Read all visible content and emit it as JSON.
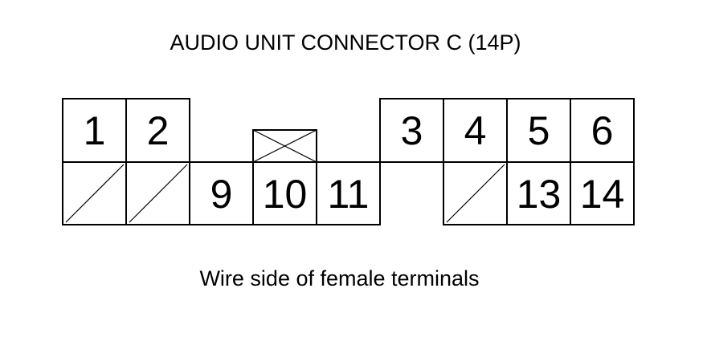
{
  "title": "AUDIO UNIT CONNECTOR C (14P)",
  "caption": "Wire side of female terminals",
  "pins": {
    "p1": "1",
    "p2": "2",
    "p3": "3",
    "p4": "4",
    "p5": "5",
    "p6": "6",
    "p9": "9",
    "p10": "10",
    "p11": "11",
    "p13": "13",
    "p14": "14"
  }
}
